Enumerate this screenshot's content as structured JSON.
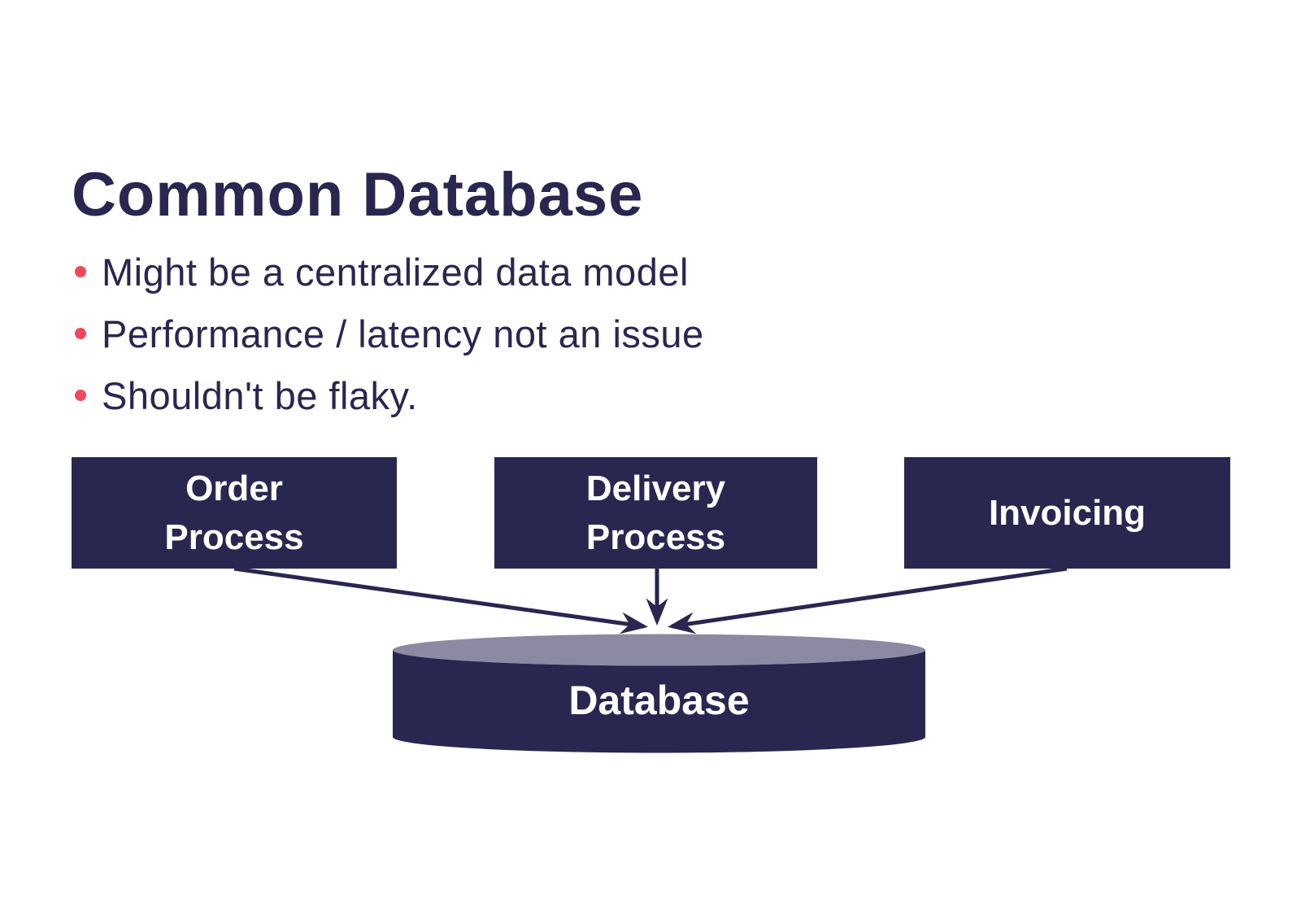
{
  "slide": {
    "title": "Common Database",
    "bullets": [
      "Might be a centralized data model",
      "Performance / latency not an issue",
      "Shouldn't be flaky."
    ],
    "nodes": [
      {
        "label": "Order Process"
      },
      {
        "label": "Delivery Process"
      },
      {
        "label": "Invoicing"
      }
    ],
    "database_label": "Database",
    "connections": [
      {
        "from": "Order Process",
        "to": "Database"
      },
      {
        "from": "Delivery Process",
        "to": "Database"
      },
      {
        "from": "Invoicing",
        "to": "Database"
      }
    ],
    "colors": {
      "navy": "#292650",
      "cylinder_top": "#8b8aa2",
      "bullet": "#f2485c",
      "background": "#ffffff",
      "text_light": "#ffffff"
    }
  }
}
